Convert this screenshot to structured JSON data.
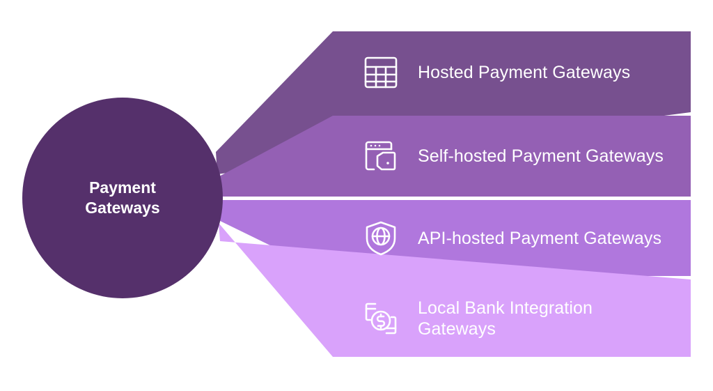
{
  "diagram": {
    "type": "funnel-radial-list",
    "background_color": "#ffffff",
    "center": {
      "label": "Payment\nGateways",
      "color": "#55306b",
      "text_color": "#ffffff"
    },
    "separator_color": "#ffffff",
    "branches": [
      {
        "label": "Hosted Payment Gateways",
        "icon": "table-grid-icon",
        "color": "#77508f",
        "text_color": "#ffffff"
      },
      {
        "label": "Self-hosted Payment Gateways",
        "icon": "browser-wallet-icon",
        "color": "#9460b4",
        "text_color": "#ffffff"
      },
      {
        "label": "API-hosted Payment Gateways",
        "icon": "shield-globe-icon",
        "color": "#b077dd",
        "text_color": "#ffffff"
      },
      {
        "label": "Local Bank Integration Gateways",
        "icon": "money-transfer-icon",
        "color": "#d9a2fb",
        "text_color": "#ffffff"
      }
    ]
  }
}
